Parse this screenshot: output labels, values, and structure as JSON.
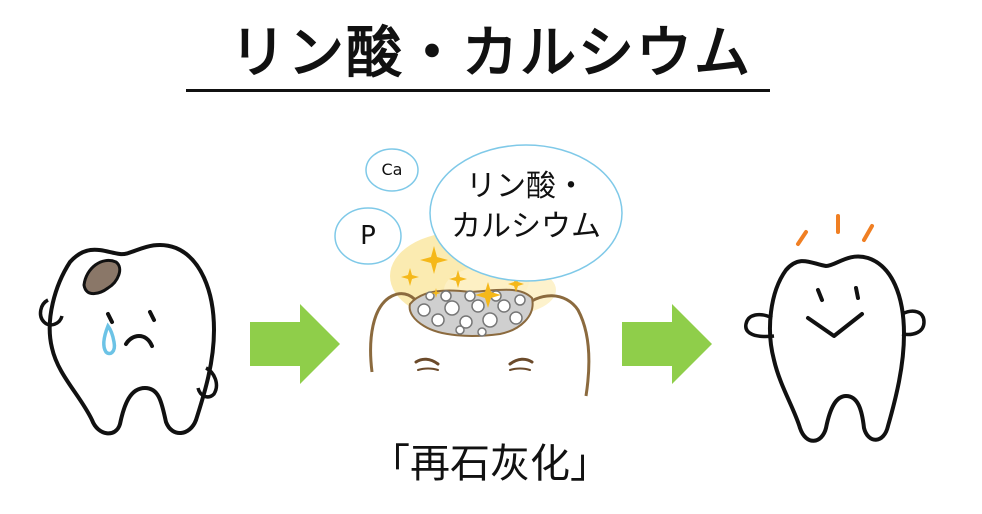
{
  "title": "リン酸・カルシウム",
  "bubbles": {
    "large_line1": "リン酸・",
    "large_line2": "カルシウム",
    "ca": "Ca",
    "p": "P"
  },
  "caption": "「再石灰化」",
  "colors": {
    "arrow": "#8fce4a",
    "bubble_outline": "#7fc9e8",
    "tear": "#6cc3e6",
    "cavity": "#8a7768",
    "tooth_outline": "#8b6a3e",
    "sparkle": "#f5b81a",
    "cheer_lines": "#f07f23"
  }
}
